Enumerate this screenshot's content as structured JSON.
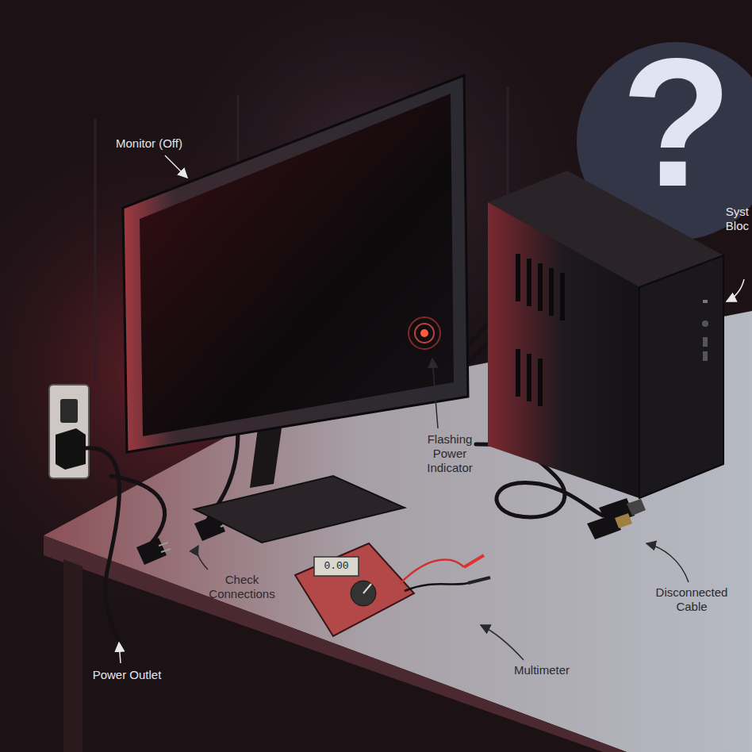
{
  "diagram": {
    "labels": [
      "Monitor (Off)",
      "?",
      "Syst Bloc",
      "Flashing Power Indicator",
      "Check Connections",
      "Disconnected Cable",
      "0.00",
      "Multimeter",
      "Power Outlet"
    ]
  }
}
